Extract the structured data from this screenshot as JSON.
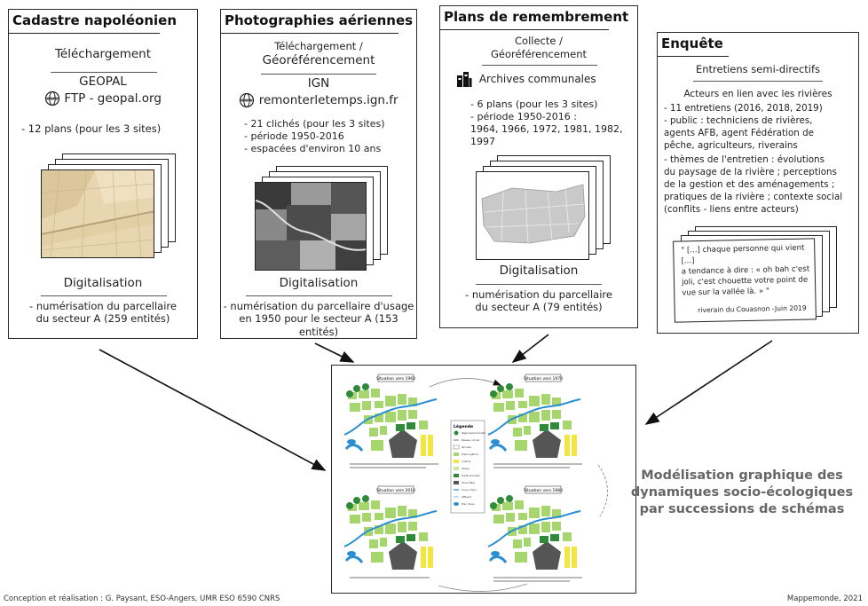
{
  "panels": {
    "cadastre": {
      "title": "Cadastre napoléonien",
      "step1": "Téléchargement",
      "source_name": "GEOPAL",
      "source_url": "FTP - geopal.org",
      "detail1": "- 12 plans (pour les 3 sites)",
      "step2": "Digitalisation",
      "result_line1": "- numérisation du parcellaire",
      "result_line2": "du secteur A (259 entités)"
    },
    "aerial": {
      "title": "Photographies aériennes",
      "step1_line1": "Téléchargement /",
      "step1_line2": "Géoréférencement",
      "source_name": "IGN",
      "source_url": "remonterletemps.ign.fr",
      "details": [
        "- 21 clichés (pour les 3 sites)",
        "- période 1950-2016",
        "- espacées d'environ 10 ans"
      ],
      "step2": "Digitalisation",
      "result_line1": "- numérisation du parcellaire d'usage",
      "result_line2": "en 1950 pour le secteur A (153 entités)"
    },
    "plans": {
      "title": "Plans de remembrement",
      "step1_line1": "Collecte /",
      "step1_line2": "Géoréférencement",
      "source_name": "Archives communales",
      "details": [
        "- 6 plans (pour les 3 sites)",
        "- période 1950-2016 :",
        "1964, 1966, 1972, 1981, 1982,",
        "1997"
      ],
      "step2": "Digitalisation",
      "result_line1": "- numérisation du parcellaire",
      "result_line2": "du secteur A (79 entités)"
    },
    "enquete": {
      "title": "Enquête",
      "step1": "Entretiens semi-directifs",
      "actors_heading": "Acteurs en lien avec les rivières",
      "lines": [
        "- 11 entretiens (2016, 2018, 2019)",
        "- public : techniciens de rivières,",
        "agents AFB, agent Fédération de",
        "pêche, agriculteurs, riverains",
        "- thèmes de l'entretien : évolutions",
        "du paysage de la rivière ; perceptions",
        "de la gestion et des aménagements ;",
        "pratiques de la rivière ; contexte social",
        "(conflits - liens entre acteurs)"
      ],
      "quote_lines": [
        "\" [...] chaque personne qui vient [...]",
        "a tendance à dire : « oh bah c'est",
        "joli, c'est chouette votre point de",
        "vue sur la vallée là. » \""
      ],
      "quote_author": "riverain du Couasnon -Juin 2019"
    }
  },
  "modelling": {
    "quadrants": [
      {
        "label": "Situation vers 1960"
      },
      {
        "label": "Situation vers 1970"
      },
      {
        "label": "Situation vers 2010"
      },
      {
        "label": "Situation vers 1980"
      }
    ],
    "legend_title": "Légende",
    "legend_items": [
      "Regroupement bâti",
      "Réseau vicinal",
      "Parcelle",
      "Prairie pâture",
      "Culture",
      "Verger",
      "Surface boisée",
      "Zone bâtie",
      "Cours d'eau",
      "Affluent",
      "Plan d'eau"
    ]
  },
  "main_caption": {
    "line1": "Modélisation graphique des",
    "line2": "dynamiques  socio-écologiques",
    "line3": "par successions de schémas"
  },
  "footer": {
    "credit": "Conception et réalisation : G. Paysant, ESO-Angers, UMR ESO 6590 CNRS",
    "source": "Mappemonde, 2021"
  },
  "colors": {
    "border": "#2a2a2a",
    "green_light": "#a8d66e",
    "green_dark": "#2f8b3a",
    "yellow": "#f2e640",
    "water": "#2a8fd0",
    "built": "#555555",
    "caption_gray": "#666666"
  }
}
